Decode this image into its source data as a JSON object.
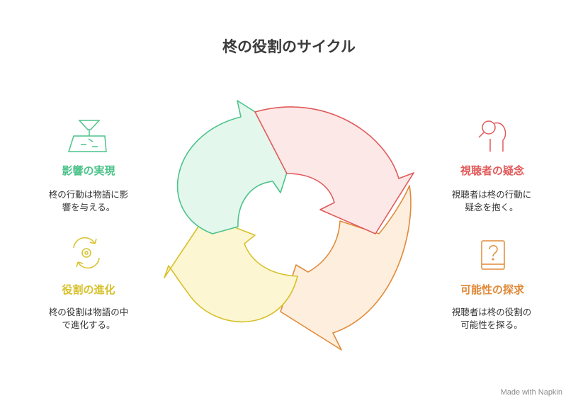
{
  "title": "柊の役割のサイクル",
  "nodes": [
    {
      "label": "影響の実現",
      "desc": "柊の行動は物語に影\n響を与える。",
      "color": "#4cc38a",
      "icon": "funnel-map-icon"
    },
    {
      "label": "視聴者の疑念",
      "desc": "視聴者は柊の行動に\n疑念を抱く。",
      "color": "#e05a5a",
      "icon": "person-search-icon"
    },
    {
      "label": "役割の進化",
      "desc": "柊の役割は物語の中\nで進化する。",
      "color": "#d7c12a",
      "icon": "gear-cycle-icon"
    },
    {
      "label": "可能性の探求",
      "desc": "視聴者は柊の役割の\n可能性を探る。",
      "color": "#e08a3a",
      "icon": "question-book-icon"
    }
  ],
  "colors": {
    "green_fill": "#e3f7ec",
    "red_fill": "#fde8e8",
    "orange_fill": "#fdeedd",
    "yellow_fill": "#fdf6d3"
  },
  "watermark": "Made with  Napkin"
}
